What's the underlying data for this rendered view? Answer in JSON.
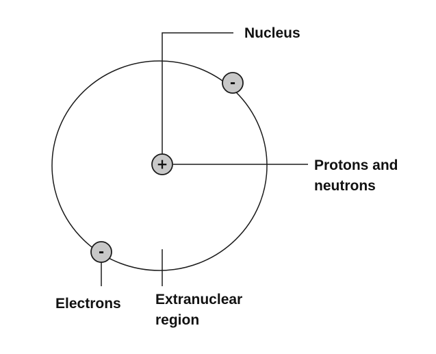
{
  "labels": {
    "nucleus": "Nucleus",
    "protons_line1": "Protons and",
    "protons_line2": "neutrons",
    "electrons": "Electrons",
    "extranuclear_line1": "Extranuclear",
    "extranuclear_line2": "region"
  },
  "symbols": {
    "nucleus_sign": "+",
    "electron_sign": "-"
  },
  "colors": {
    "particle_fill": "#c8c8c8",
    "stroke": "#1a1a1a",
    "text": "#111111"
  }
}
